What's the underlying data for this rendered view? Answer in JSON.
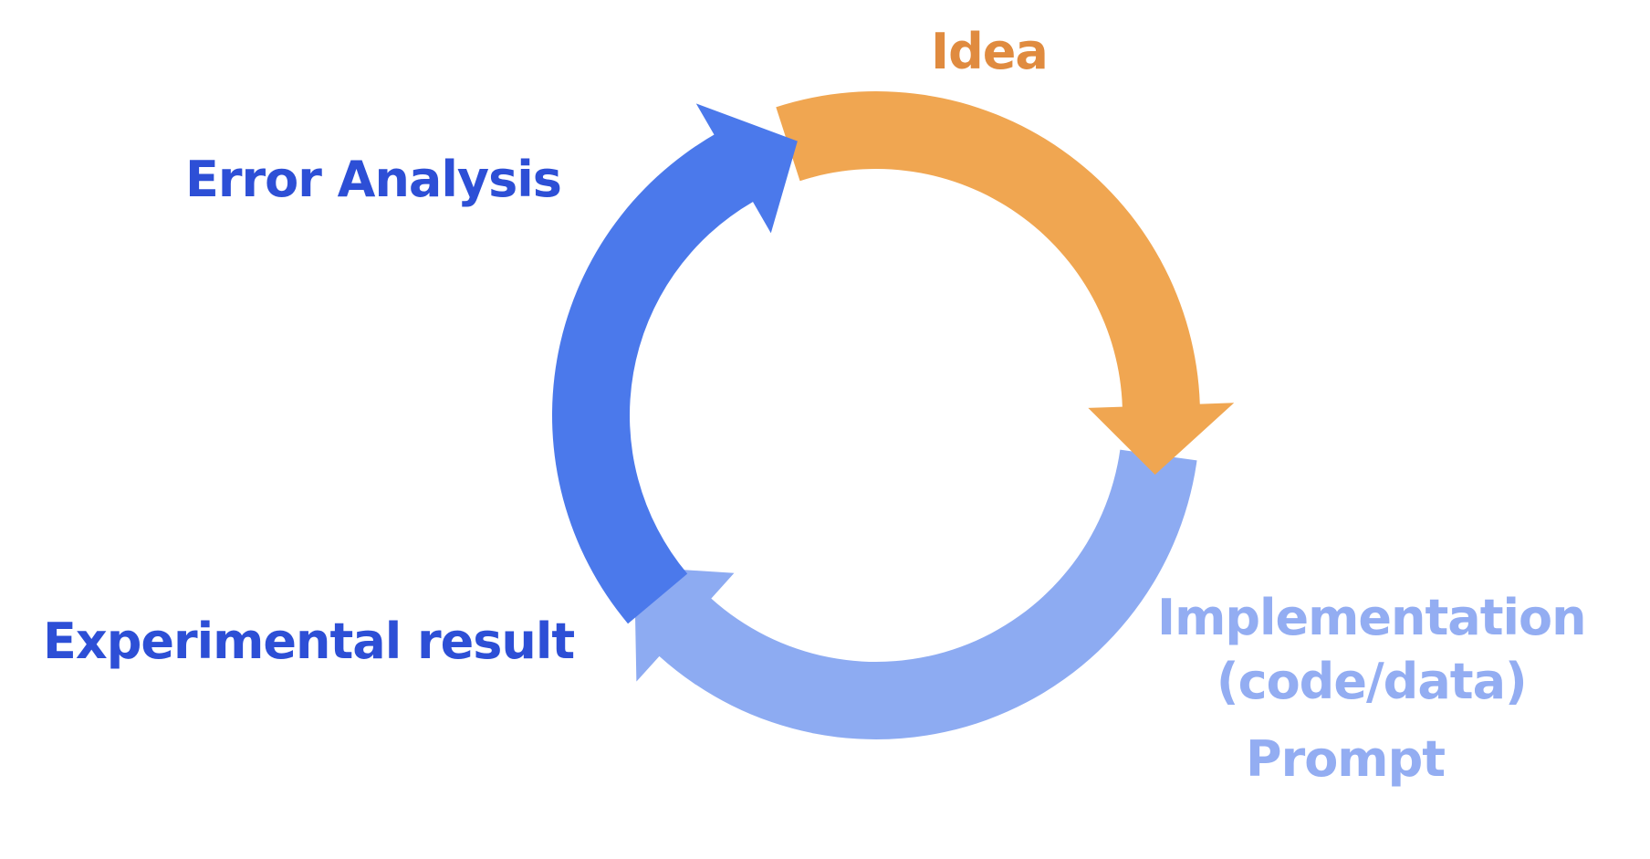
{
  "cycle": {
    "idea": {
      "label": "Idea",
      "color": "#E08B3F",
      "arrow_color": "#F0A651"
    },
    "implementation": {
      "label_line1": "Implementation",
      "label_line2": "(code/data)",
      "color": "#93ADF2",
      "arrow_color": "#8DABF2"
    },
    "prompt": {
      "label": "Prompt",
      "color": "#93ADF2"
    },
    "experimental_result": {
      "label": "Experimental result",
      "color": "#2D4FD6"
    },
    "error_analysis": {
      "label": "Error Analysis",
      "color": "#2D4FD6",
      "arrow_color": "#4B79EB"
    }
  }
}
